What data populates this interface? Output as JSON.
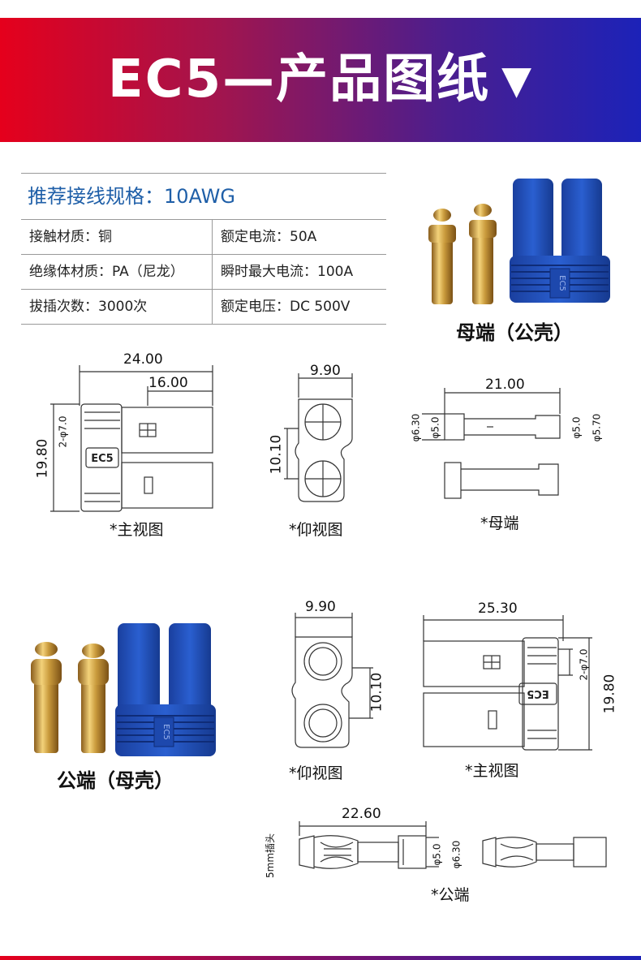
{
  "header": {
    "title": "EC5—产品图纸",
    "arrow": "▼",
    "colors": {
      "start": "#e5001c",
      "end": "#1c22b8"
    }
  },
  "spec": {
    "heading": "推荐接线规格：10AWG",
    "rows": [
      {
        "left": "接触材质：铜",
        "right": "额定电流：50A"
      },
      {
        "left": "绝缘体材质：PA（尼龙）",
        "right": "瞬时最大电流：100A"
      },
      {
        "left": "拔插次数：3000次",
        "right": "额定电压：DC 500V"
      }
    ]
  },
  "photos": {
    "female_label": "母端（公壳）",
    "male_label": "公端（母壳）",
    "housing_mark": "EC5",
    "housing_color": "#1e4fb5",
    "pin_color": "#d4a64a"
  },
  "drawings": {
    "female_front": {
      "caption": "*主视图",
      "overall": "24.00",
      "inner": "16.00",
      "height": "19.80",
      "hole": "2-φ7.0",
      "mark": "EC5"
    },
    "female_bottom": {
      "caption": "*仰视图",
      "width": "9.90",
      "height": "10.10"
    },
    "female_pin": {
      "caption": "*母端",
      "length": "21.00",
      "d1": "φ6.30",
      "d2": "φ5.0",
      "d3": "φ5.0",
      "d4": "φ5.70"
    },
    "male_bottom": {
      "caption": "*仰视图",
      "width": "9.90",
      "height": "10.10"
    },
    "male_front": {
      "caption": "*主视图",
      "overall": "25.30",
      "height": "19.80",
      "hole": "2-φ7.0",
      "mark": "EC5"
    },
    "male_pin": {
      "caption": "*公端",
      "length": "22.60",
      "plug": "5mm插头",
      "d1": "φ5.0",
      "d2": "φ6.30"
    }
  }
}
